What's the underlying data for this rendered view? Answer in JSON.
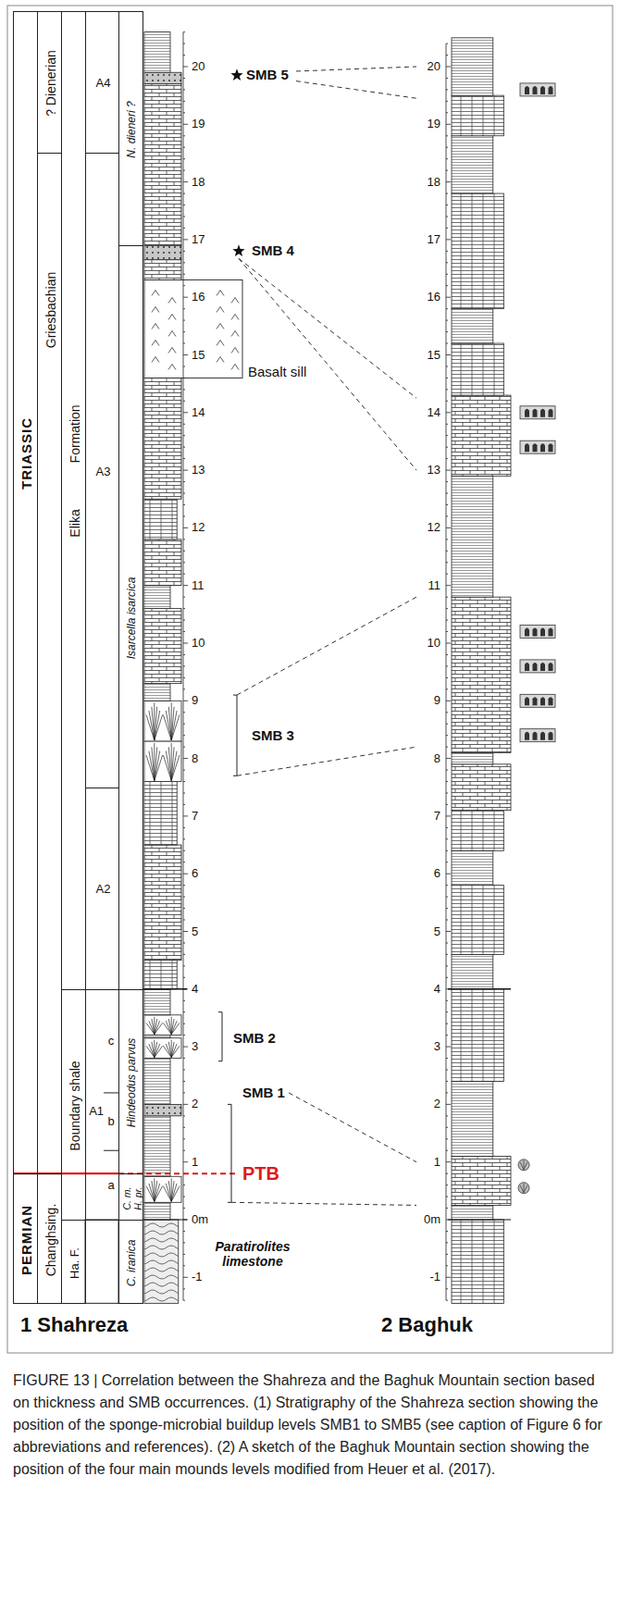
{
  "diagram": {
    "caption": "FIGURE 13 | Correlation between the Shahreza and the Baghuk Mountain section based on thickness and SMB occurrences. (1) Stratigraphy of the Shahreza section showing the position of the sponge-microbial buildup levels SMB1 to SMB5 (see caption of Figure 6 for abbreviations and references). (2) A sketch of the Baghuk Mountain section showing the position of the four main mounds levels modified from Heuer et al. (2017).",
    "nodes": [
      {
        "text": [
          "TRIASSIC"
        ]
      },
      {
        "text": [
          "PERMIAN"
        ]
      },
      {
        "text": [
          "? Dienerian"
        ]
      },
      {
        "text": [
          "Griesbachian"
        ]
      },
      {
        "text": [
          "Changhsing."
        ]
      },
      {
        "text": [
          "Elika Formation"
        ]
      },
      {
        "text": [
          "Boundary shale"
        ]
      },
      {
        "text": [
          "Ha. F."
        ]
      },
      {
        "text": [
          "A4"
        ]
      },
      {
        "text": [
          "A3"
        ]
      },
      {
        "text": [
          "A2"
        ]
      },
      {
        "text": [
          "A1"
        ]
      },
      {
        "text": [
          "N. dieneri ?"
        ]
      },
      {
        "text": [
          "Isarcella isarcica"
        ]
      },
      {
        "text": [
          "Hindeodus parvus"
        ]
      },
      {
        "text": [
          "C. m.",
          "H. pr."
        ]
      },
      {
        "text": [
          "C. iranica"
        ]
      }
    ],
    "labels": [
      "a",
      "b",
      "c",
      "20",
      "19",
      "18",
      "17",
      "16",
      "15",
      "14",
      "13",
      "12",
      "11",
      "10",
      "9",
      "8",
      "7",
      "6",
      "5",
      "4",
      "3",
      "2",
      "1",
      "0m",
      "-1",
      "SMB 5",
      "SMB 4",
      "Basalt sill",
      "SMB 3",
      "SMB 2",
      "SMB 1",
      "PTB",
      "Paratirolites limestone",
      "20",
      "19",
      "18",
      "17",
      "16",
      "15",
      "14",
      "13",
      "12",
      "11",
      "10",
      "9",
      "8",
      "7",
      "6",
      "5",
      "4",
      "3",
      "2",
      "1",
      "0m",
      "-1",
      "1 Shahreza",
      "2 Baghuk"
    ]
  }
}
